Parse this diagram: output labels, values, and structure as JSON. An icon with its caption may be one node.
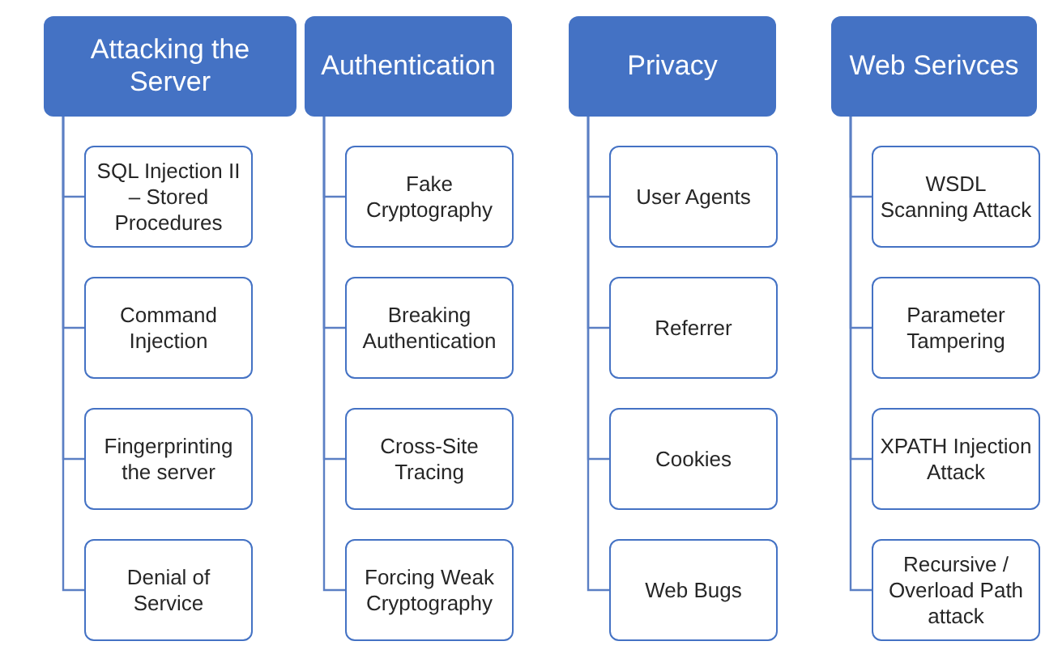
{
  "diagram": {
    "nodes": [
      {
        "text": [
          "Attacking the Server"
        ]
      },
      {
        "text": [
          "SQL Injection II – Stored Procedures"
        ]
      },
      {
        "text": [
          "Command Injection"
        ]
      },
      {
        "text": [
          "Fingerprinting the server"
        ]
      },
      {
        "text": [
          "Denial of Service"
        ]
      },
      {
        "text": [
          "Authentication"
        ]
      },
      {
        "text": [
          "Fake Cryptography"
        ]
      },
      {
        "text": [
          "Breaking Authentication"
        ]
      },
      {
        "text": [
          "Cross-Site Tracing"
        ]
      },
      {
        "text": [
          "Forcing Weak Cryptography"
        ]
      },
      {
        "text": [
          "Privacy"
        ]
      },
      {
        "text": [
          "User Agents"
        ]
      },
      {
        "text": [
          "Referrer"
        ]
      },
      {
        "text": [
          "Cookies"
        ]
      },
      {
        "text": [
          "Web Bugs"
        ]
      },
      {
        "text": [
          "Web Serivces"
        ]
      },
      {
        "text": [
          "WSDL Scanning Attack"
        ]
      },
      {
        "text": [
          "Parameter Tampering"
        ]
      },
      {
        "text": [
          "XPATH Injection Attack"
        ]
      },
      {
        "text": [
          "Recursive / Overload Path attack"
        ]
      }
    ],
    "edges": [
      {
        "from": 0,
        "to": 1,
        "arrow": "none"
      },
      {
        "from": 0,
        "to": 2,
        "arrow": "none"
      },
      {
        "from": 0,
        "to": 3,
        "arrow": "none"
      },
      {
        "from": 0,
        "to": 4,
        "arrow": "none"
      },
      {
        "from": 5,
        "to": 6,
        "arrow": "none"
      },
      {
        "from": 5,
        "to": 7,
        "arrow": "none"
      },
      {
        "from": 5,
        "to": 8,
        "arrow": "none"
      },
      {
        "from": 5,
        "to": 9,
        "arrow": "none"
      },
      {
        "from": 10,
        "to": 11,
        "arrow": "none"
      },
      {
        "from": 10,
        "to": 12,
        "arrow": "none"
      },
      {
        "from": 10,
        "to": 13,
        "arrow": "none"
      },
      {
        "from": 10,
        "to": 14,
        "arrow": "none"
      },
      {
        "from": 15,
        "to": 16,
        "arrow": "none"
      },
      {
        "from": 15,
        "to": 17,
        "arrow": "none"
      },
      {
        "from": 15,
        "to": 18,
        "arrow": "none"
      },
      {
        "from": 15,
        "to": 19,
        "arrow": "none"
      }
    ]
  }
}
